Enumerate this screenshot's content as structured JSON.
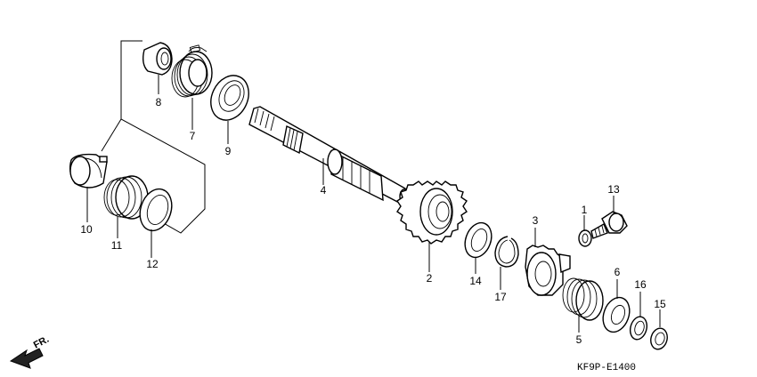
{
  "diagram": {
    "code": "KF9P-E1400",
    "direction_label": "FR.",
    "parts": [
      {
        "id": "p8",
        "number": "8"
      },
      {
        "id": "p7",
        "number": "7"
      },
      {
        "id": "p9",
        "number": "9"
      },
      {
        "id": "p4",
        "number": "4"
      },
      {
        "id": "p10",
        "number": "10"
      },
      {
        "id": "p11",
        "number": "11"
      },
      {
        "id": "p12",
        "number": "12"
      },
      {
        "id": "p2",
        "number": "2"
      },
      {
        "id": "p14",
        "number": "14"
      },
      {
        "id": "p17",
        "number": "17"
      },
      {
        "id": "p3",
        "number": "3"
      },
      {
        "id": "p1",
        "number": "1"
      },
      {
        "id": "p13",
        "number": "13"
      },
      {
        "id": "p5",
        "number": "5"
      },
      {
        "id": "p6",
        "number": "6"
      },
      {
        "id": "p16",
        "number": "16"
      },
      {
        "id": "p15",
        "number": "15"
      }
    ]
  }
}
